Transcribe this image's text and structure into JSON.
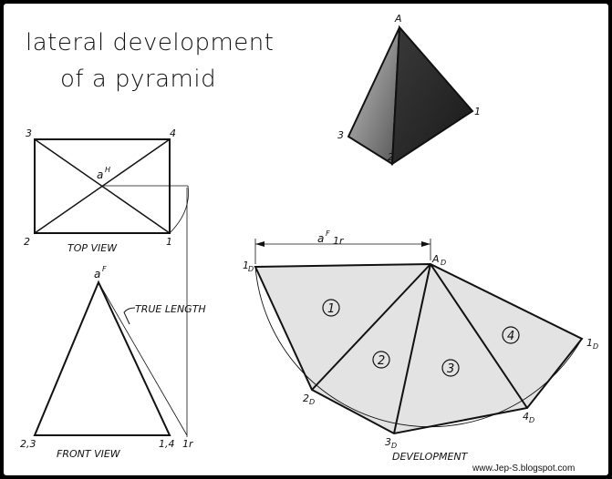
{
  "title_line1": "lateral development",
  "title_line2": "of a pyramid",
  "pyramid": {
    "apex": "A",
    "left": "3",
    "front": "2",
    "right": "1"
  },
  "top_view": {
    "label": "TOP VIEW",
    "c3": "3",
    "c4": "4",
    "c2": "2",
    "c1": "1",
    "center": "a",
    "center_sup": "H"
  },
  "front_view": {
    "label": "FRONT VIEW",
    "apex": "a",
    "apex_sup": "F",
    "left": "2,3",
    "right": "1,4",
    "tl": "1r",
    "true_length": "TRUE LENGTH"
  },
  "development": {
    "label": "DEVELOPMENT",
    "dim": "a",
    "dim_sup": "F",
    "dim_sub": "1r",
    "apex": "A",
    "apex_sub": "D",
    "v1a": "1",
    "v1a_sub": "D",
    "v2": "2",
    "v2_sub": "D",
    "v3": "3",
    "v3_sub": "D",
    "v4": "4",
    "v4_sub": "D",
    "v1b": "1",
    "v1b_sub": "D",
    "faces": [
      "1",
      "2",
      "3",
      "4"
    ]
  },
  "credit": "www.Jep-S.blogspot.com",
  "colors": {
    "face_fill": "#e3e3e3",
    "ink": "#111111"
  }
}
